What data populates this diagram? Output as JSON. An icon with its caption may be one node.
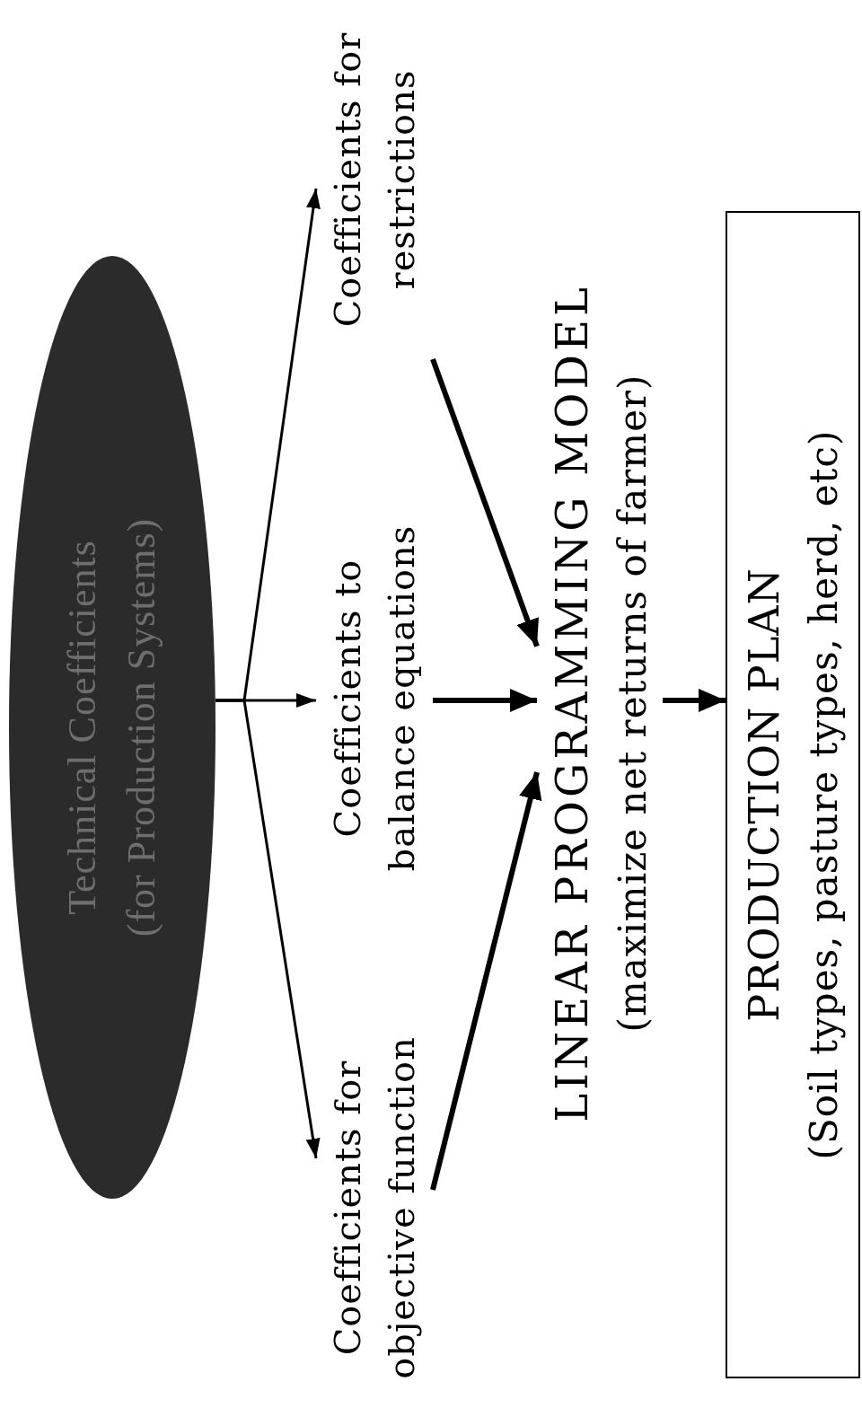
{
  "diagram": {
    "nodes": [
      {
        "text": [
          "Technical Coefficients",
          "(for Production Systems)"
        ]
      },
      {
        "text": [
          "Coefficients for restrictions"
        ]
      },
      {
        "text": [
          "Coefficients to balance equations"
        ]
      },
      {
        "text": [
          "Coefficients for objective function"
        ]
      },
      {
        "text": [
          "LINEAR PROGRAMMING MODEL",
          "(maximize net returns of farmer)"
        ]
      },
      {
        "text": [
          "PRODUCTION PLAN",
          "(Soil types, pasture types, herd, etc)"
        ]
      }
    ],
    "edges": [
      {
        "from": 0,
        "to": 1,
        "arrow": "to"
      },
      {
        "from": 0,
        "to": 2,
        "arrow": "to"
      },
      {
        "from": 0,
        "to": 3,
        "arrow": "to"
      },
      {
        "from": 1,
        "to": 4,
        "arrow": "to"
      },
      {
        "from": 2,
        "to": 4,
        "arrow": "to"
      },
      {
        "from": 3,
        "to": 4,
        "arrow": "to"
      },
      {
        "from": 4,
        "to": 5,
        "arrow": "to"
      }
    ]
  }
}
